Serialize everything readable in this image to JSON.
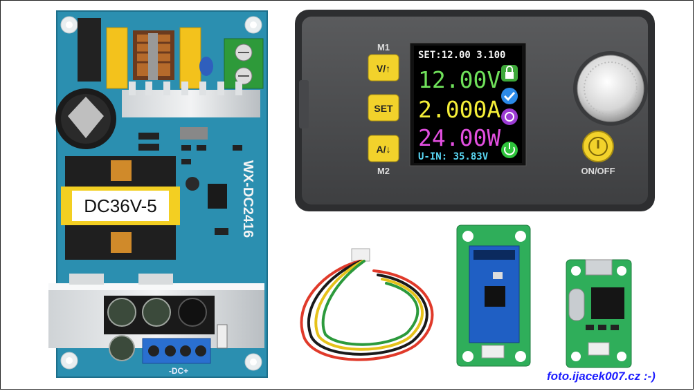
{
  "psu_board": {
    "label_model": "WX-DC2416",
    "label_voltage": "DC36V-5",
    "label_dc": "-DC+"
  },
  "power_module": {
    "lcd": {
      "set_line": "SET:12.00 3.100",
      "voltage": "12.00V",
      "current": "2.000A",
      "power": "24.00W",
      "input_line": "U-IN: 35.83V"
    },
    "buttons": {
      "m1_label": "M1",
      "m2_label": "M2",
      "vol_label": "V/↑",
      "set_label": "SET",
      "amp_label": "A/↓",
      "onoff_label": "ON/OFF"
    }
  },
  "credit": "foto.ijacek007.cz :-)"
}
